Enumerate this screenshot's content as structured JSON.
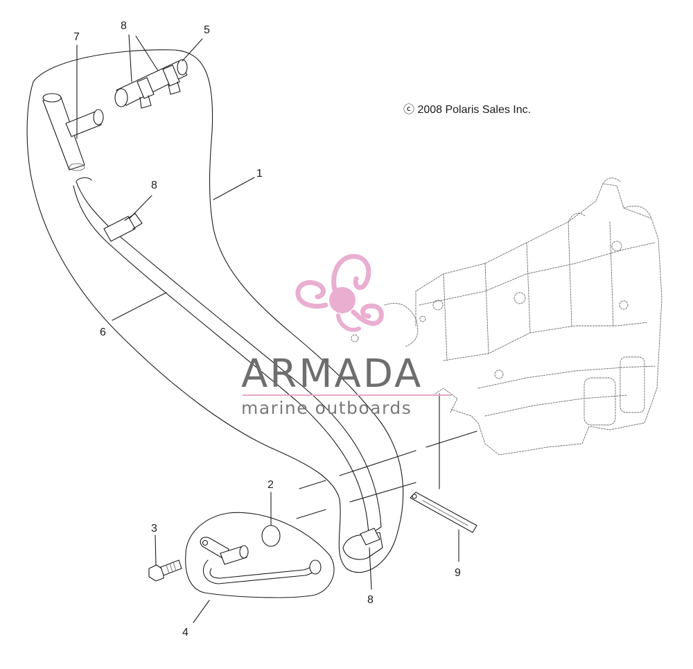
{
  "copyright": "ⓒ 2008 Polaris Sales Inc.",
  "watermark": {
    "brand": "ARMADA",
    "tagline": "marine outboards",
    "logo_color": "#e7a6cc",
    "text_color": "#6e6e6e"
  },
  "callouts": [
    "1",
    "2",
    "3",
    "4",
    "5",
    "6",
    "7",
    "8",
    "8",
    "8",
    "9"
  ]
}
